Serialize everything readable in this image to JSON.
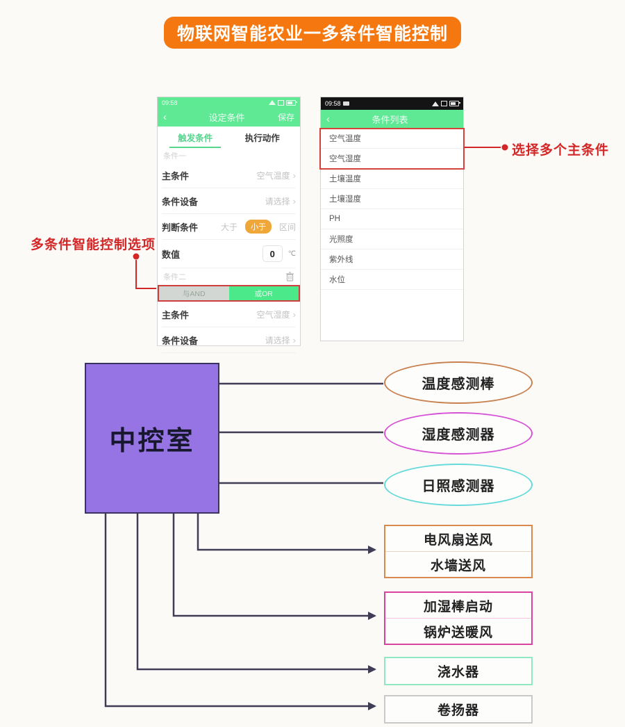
{
  "banner": {
    "title": "物联网智能农业一多条件智能控制"
  },
  "annotations": {
    "control_options": "多条件智能控制选项",
    "select_conditions": "选择多个主条件"
  },
  "left_phone": {
    "status_time": "09:58",
    "back_icon": "‹",
    "title": "设定条件",
    "save_button": "保存",
    "tabs": {
      "trigger": "触发条件",
      "action": "执行动作"
    },
    "section_one": "条件一",
    "section_two": "条件二",
    "chevron": "›",
    "rows": {
      "main1_label": "主条件",
      "main1_value": "空气温度",
      "device1_label": "条件设备",
      "device1_value": "请选择",
      "judge_label": "判断条件",
      "judge_gt": "大于",
      "judge_lt": "小于",
      "judge_range": "区间",
      "number_label": "数值",
      "number_value": "0",
      "number_unit": "℃",
      "main2_label": "主条件",
      "main2_value": "空气湿度",
      "device2_label": "条件设备",
      "device2_value": "请选择"
    },
    "logic": {
      "and": "与AND",
      "or": "或OR"
    }
  },
  "right_phone": {
    "status_time": "09:58",
    "back_icon": "‹",
    "title": "条件列表",
    "items": [
      "空气温度",
      "空气湿度",
      "土壤温度",
      "土壤湿度",
      "PH",
      "光照度",
      "紫外线",
      "水位"
    ]
  },
  "diagram": {
    "hub_label": "中控室",
    "sensors": [
      {
        "label": "温度感测棒",
        "color": "#c8804f"
      },
      {
        "label": "湿度感测器",
        "color": "#d653d6"
      },
      {
        "label": "日照感测器",
        "color": "#66dada"
      }
    ],
    "actuators": [
      {
        "row1": "电风扇送风",
        "row2": "水墙送风",
        "color": "#d9894d"
      },
      {
        "row1": "加湿棒启动",
        "row2": "锅炉送暖风",
        "color": "#d843a0"
      },
      {
        "row1": "浇水器",
        "color": "#8fe8c1"
      },
      {
        "row1": "卷扬器",
        "color": "#c9c9c9"
      }
    ]
  },
  "colors": {
    "banner_bg": "#f4770f",
    "app_green": "#5fe995",
    "accent_red": "#d32727",
    "hub_purple": "#9674e3",
    "pill_orange": "#f0a73a",
    "connector": "#3f3d56"
  }
}
